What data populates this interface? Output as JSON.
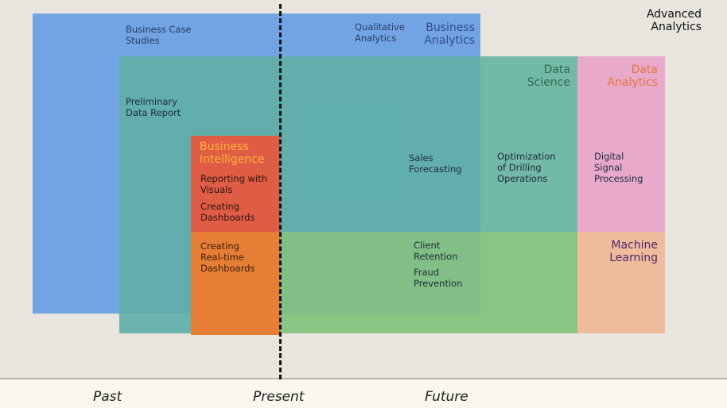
{
  "regions": {
    "business_analytics": {
      "title": "Business\nAnalytics",
      "color": "#72a3e2",
      "items": [
        "Business Case\nStudies",
        "Qualitative\nAnalytics"
      ]
    },
    "data_science": {
      "title": "Data\nScience",
      "color": "#5fafa8",
      "items": [
        "Preliminary\nData Report",
        "Sales\nForecasting",
        "Optimization\nof Drilling\nOperations"
      ]
    },
    "data_analytics": {
      "title": "Data\nAnalytics",
      "color": "#e9a9cb",
      "items": [
        "Digital\nSignal\nProcessing"
      ]
    },
    "machine_learning": {
      "title": "Machine\nLearning",
      "color": "#eebb9c",
      "items": [
        "Client\nRetention",
        "Fraud\nPrevention"
      ]
    },
    "business_intelligence": {
      "title": "Business\nIntelligence",
      "color": "#e05d45",
      "items": [
        "Reporting with\nVisuals",
        "Creating\nDashboards",
        "Creating\nReal-time\nDashboards"
      ]
    },
    "advanced_analytics": {
      "title": "Advanced\nAnalytics"
    }
  },
  "timeline": {
    "past": "Past",
    "present": "Present",
    "future": "Future"
  }
}
